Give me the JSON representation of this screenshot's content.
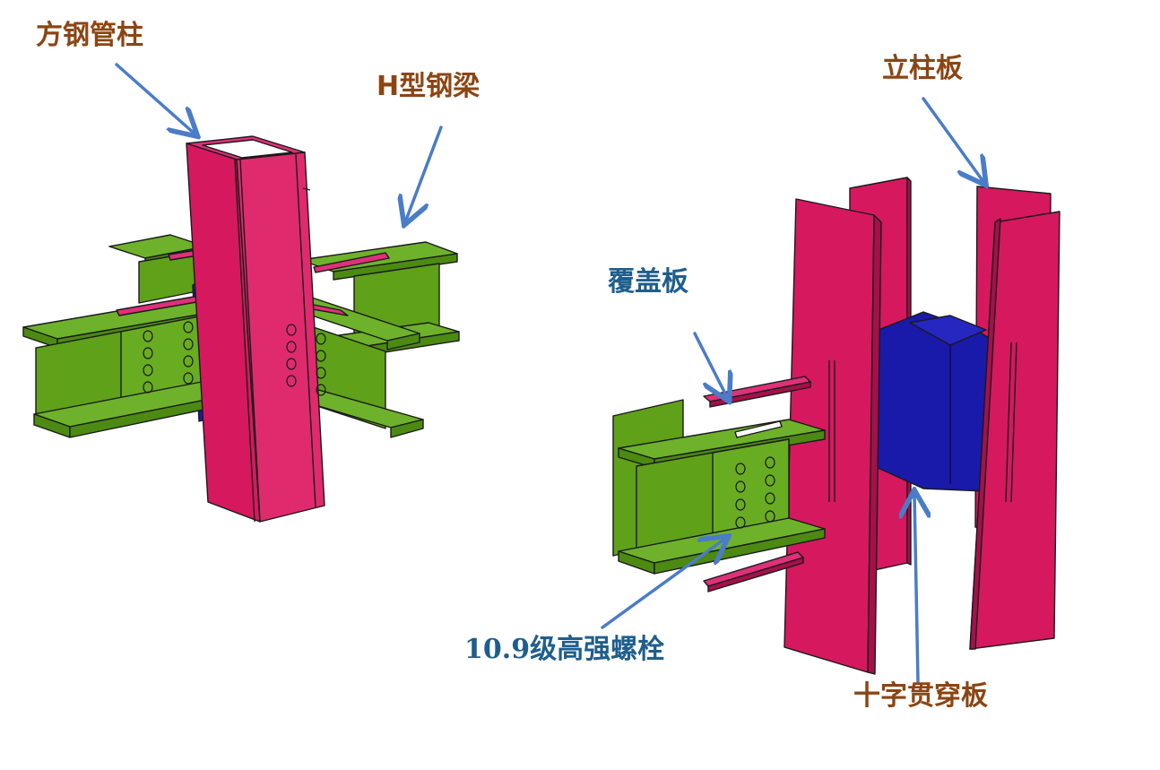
{
  "labels": {
    "square_tube_column": "方钢管柱",
    "h_beam": "H型钢梁",
    "column_plate": "立柱板",
    "cover_plate": "覆盖板",
    "bolts": "10.9级高强螺栓",
    "cross_plate": "十字贯穿板"
  },
  "colors": {
    "column": "#D6185F",
    "beam": "#5FA119",
    "stiffener": "#1A1AAA",
    "arrow": "#4A7CC8",
    "label_brown": "#8B4513",
    "label_blue": "#1F5E8C"
  }
}
